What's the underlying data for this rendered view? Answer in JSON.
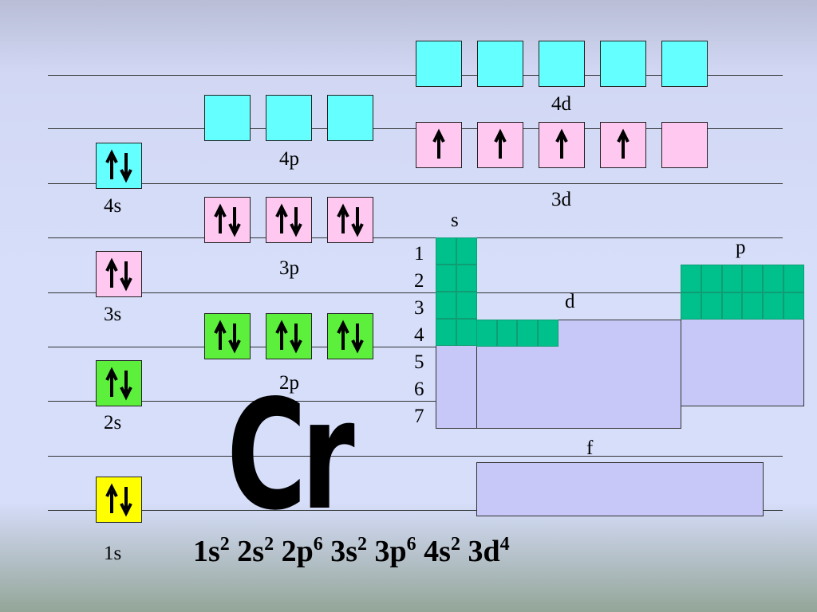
{
  "colors": {
    "s_box": "#ffff00",
    "s2_box": "#5cf03c",
    "s3_box": "#ffc8f0",
    "s4_box": "#64ffff",
    "p2_box": "#5cf03c",
    "p3_box": "#ffc8f0",
    "p4_box": "#64ffff",
    "d3_box": "#ffc8f0",
    "d4_box": "#64ffff",
    "block_s_p": "#00c08c",
    "block_d_f": "#c8c8f8"
  },
  "orbitals": {
    "s1": {
      "label": "1s",
      "electrons": [
        "pair"
      ]
    },
    "s2": {
      "label": "2s",
      "electrons": [
        "pair"
      ]
    },
    "s3": {
      "label": "3s",
      "electrons": [
        "pair"
      ]
    },
    "s4": {
      "label": "4s",
      "electrons": [
        "pair"
      ]
    },
    "p2": {
      "label": "2p",
      "electrons": [
        "pair",
        "pair",
        "pair"
      ]
    },
    "p3": {
      "label": "3p",
      "electrons": [
        "pair",
        "pair",
        "pair"
      ]
    },
    "p4": {
      "label": "4p",
      "electrons": [
        "empty",
        "empty",
        "empty"
      ]
    },
    "d3": {
      "label": "3d",
      "electrons": [
        "up",
        "up",
        "up",
        "up",
        "empty"
      ]
    },
    "d4": {
      "label": "4d",
      "electrons": [
        "empty",
        "empty",
        "empty",
        "empty",
        "empty"
      ]
    }
  },
  "periodic_blocks": {
    "s_label": "s",
    "p_label": "p",
    "d_label": "d",
    "f_label": "f",
    "periods": [
      "1",
      "2",
      "3",
      "4",
      "5",
      "6",
      "7"
    ],
    "filled_s_cells": 8,
    "filled_p_cells": 12,
    "filled_d_cells": 4
  },
  "element": {
    "symbol": "Cr",
    "configuration": [
      {
        "orbital": "1s",
        "count": "2"
      },
      {
        "orbital": "2s",
        "count": "2"
      },
      {
        "orbital": "2p",
        "count": "6"
      },
      {
        "orbital": "3s",
        "count": "2"
      },
      {
        "orbital": "3p",
        "count": "6"
      },
      {
        "orbital": "4s",
        "count": "2"
      },
      {
        "orbital": "3d",
        "count": "4"
      }
    ]
  }
}
